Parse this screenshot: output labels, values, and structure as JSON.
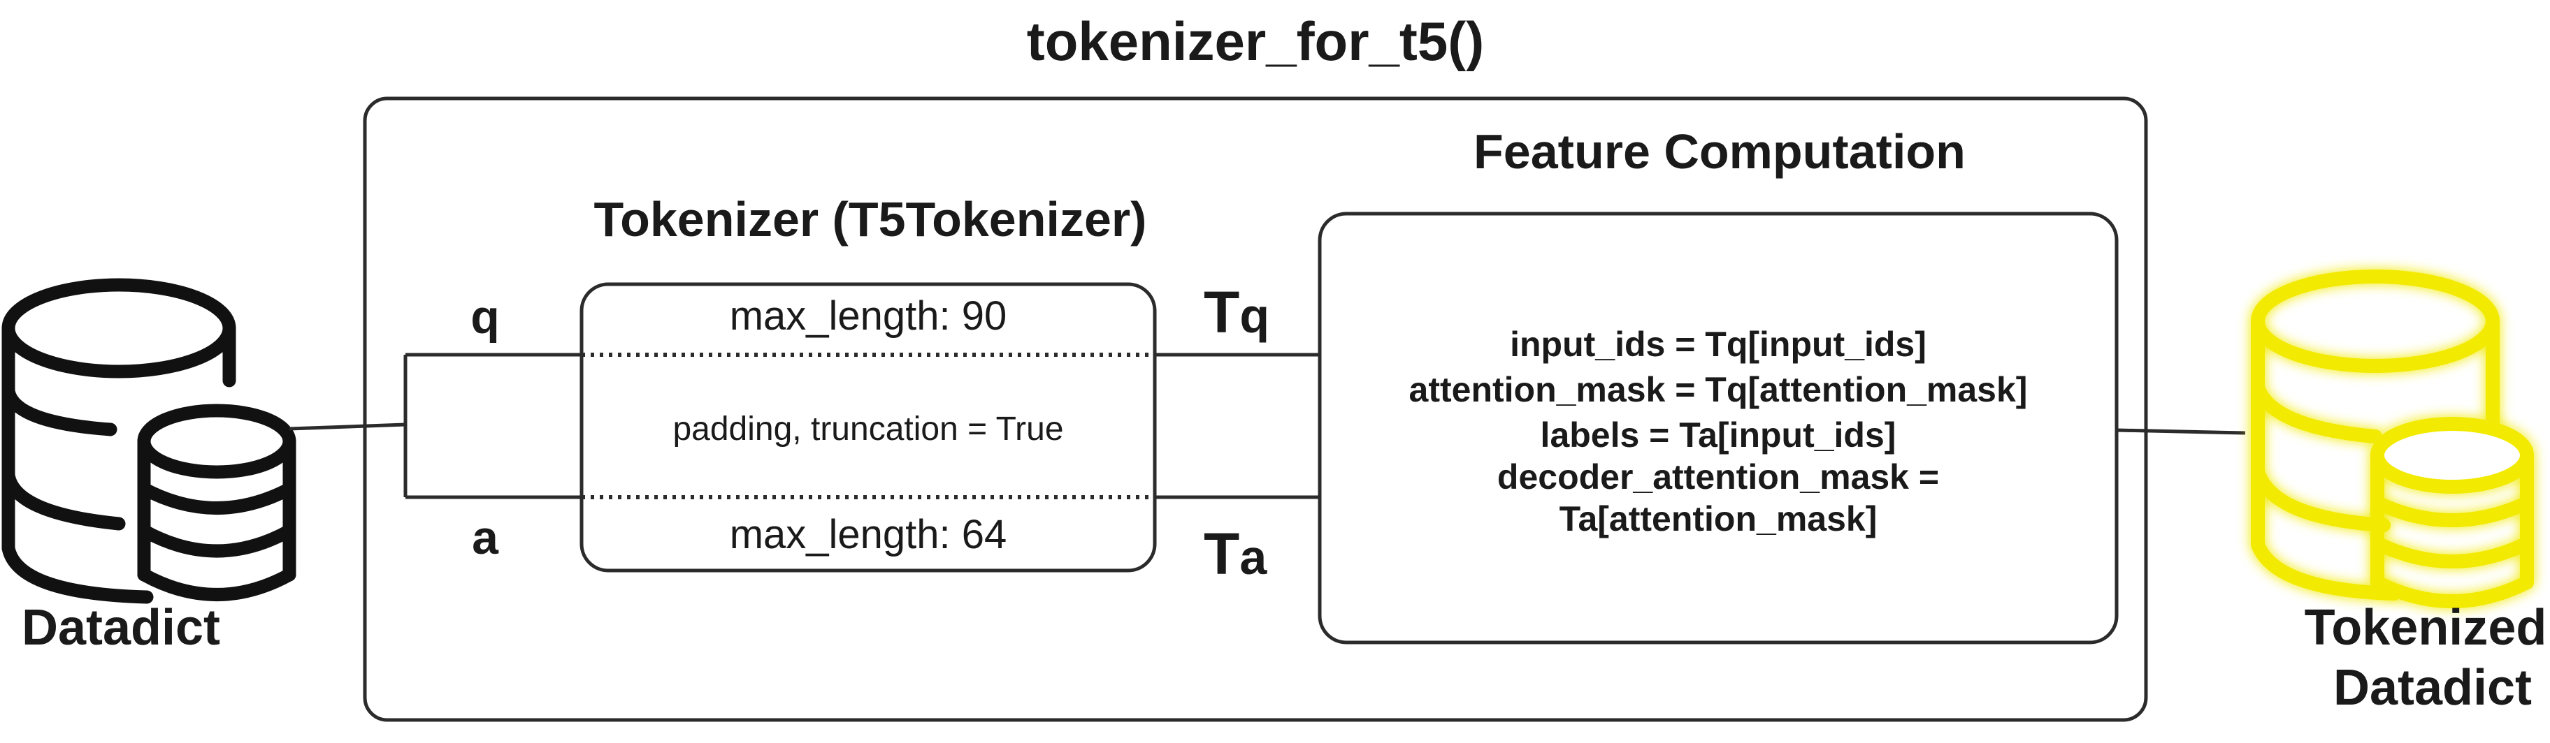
{
  "diagram": {
    "title": "tokenizer_for_t5()",
    "source": {
      "label": "Datadict",
      "icon": "database-icon",
      "color": "#111111"
    },
    "target": {
      "label_line1": "Tokenized",
      "label_line2": "Datadict",
      "icon": "database-icon",
      "color": "#f2ea00",
      "glow_color": "#fbf7a8"
    },
    "tokenizer": {
      "heading": "Tokenizer (T5Tokenizer)",
      "input_q": "q",
      "input_a": "a",
      "max_length_q": "max_length: 90",
      "options": "padding, truncation = True",
      "max_length_a": "max_length: 64",
      "output_q_main": "T",
      "output_q_sub": "q",
      "output_a_main": "T",
      "output_a_sub": "a"
    },
    "feature_computation": {
      "heading": "Feature Computation",
      "lines": [
        "input_ids = Tq[input_ids]",
        "attention_mask = Tq[attention_mask]",
        "labels = Ta[input_ids]",
        "decoder_attention_mask =",
        "Ta[attention_mask]"
      ]
    },
    "colors": {
      "stroke": "#2b2b2b",
      "text": "#1a1a1a",
      "highlight": "#f2ea00"
    }
  }
}
